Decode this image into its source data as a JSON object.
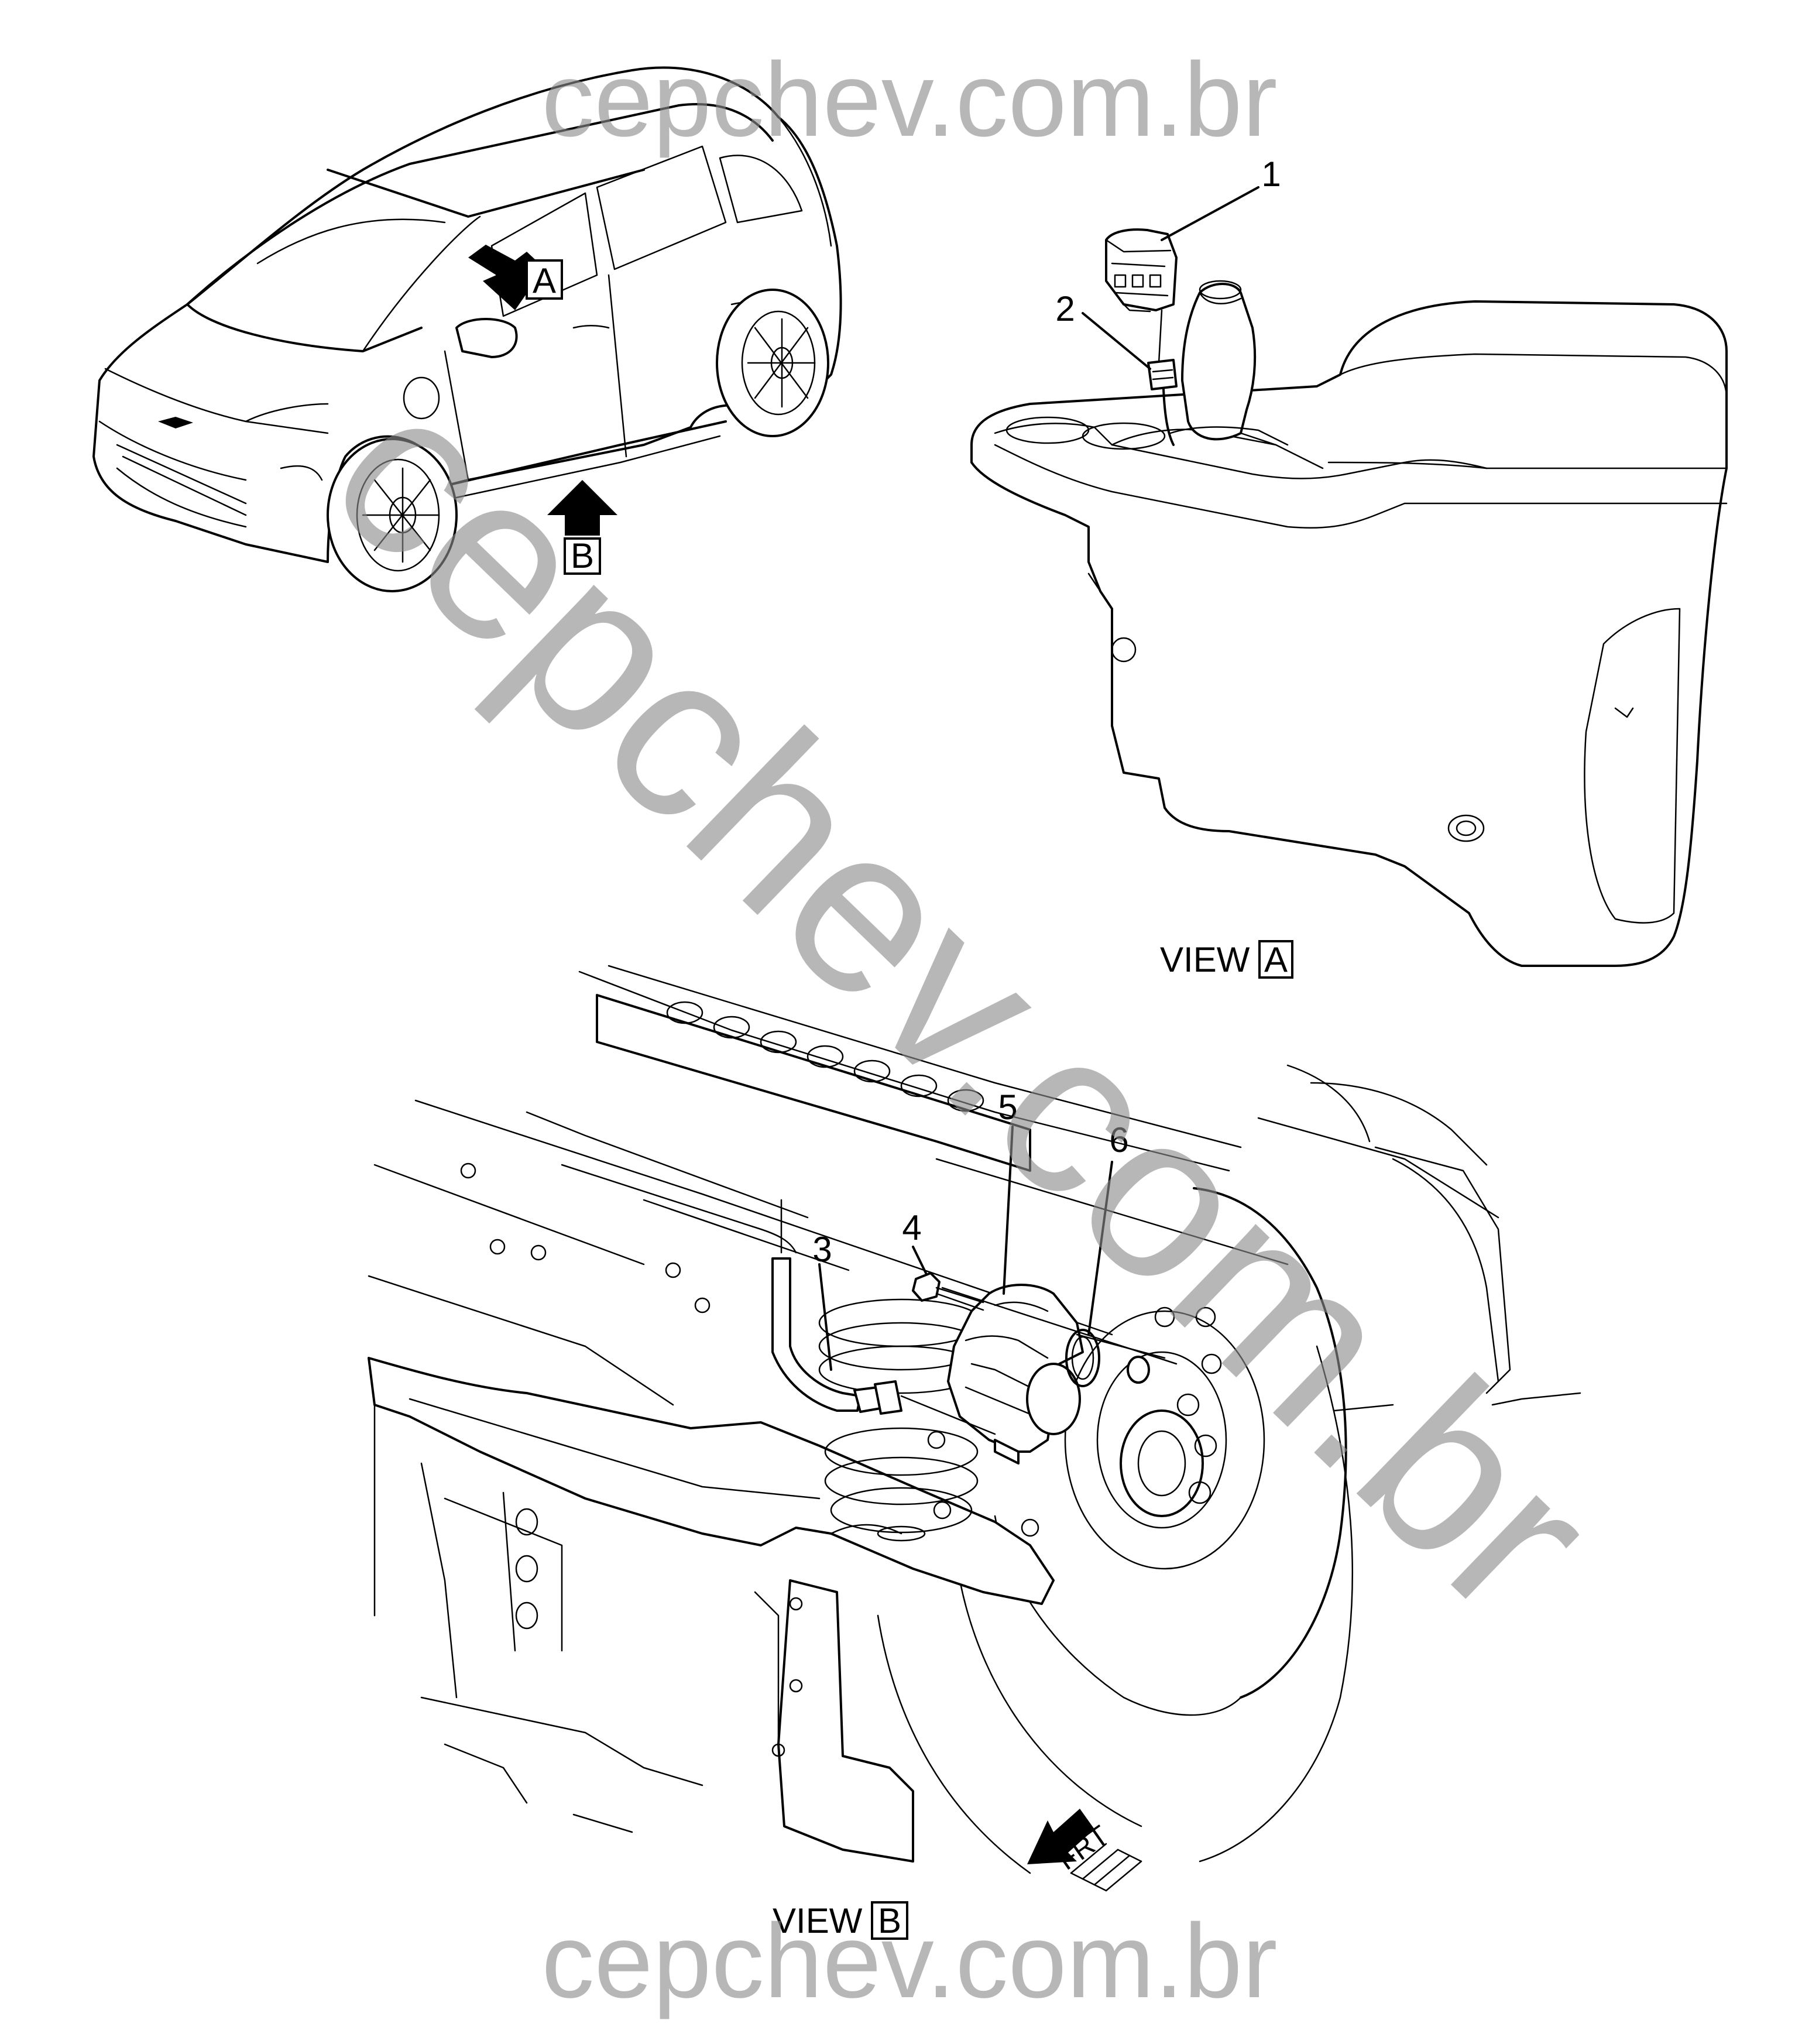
{
  "watermark": {
    "top": "cepchev.com.br",
    "bottom": "cepchev.com.br",
    "diagonal": "cepchev.com.br",
    "color": "#8a8a8a"
  },
  "view_markers": {
    "a_letter": "A",
    "b_letter": "B"
  },
  "view_labels": {
    "view_a_word": "VIEW",
    "view_a_letter": "A",
    "view_b_word": "VIEW",
    "view_b_letter": "B"
  },
  "callouts": [
    "1",
    "2",
    "3",
    "4",
    "5",
    "6"
  ],
  "front_arrow_label": "FRT"
}
